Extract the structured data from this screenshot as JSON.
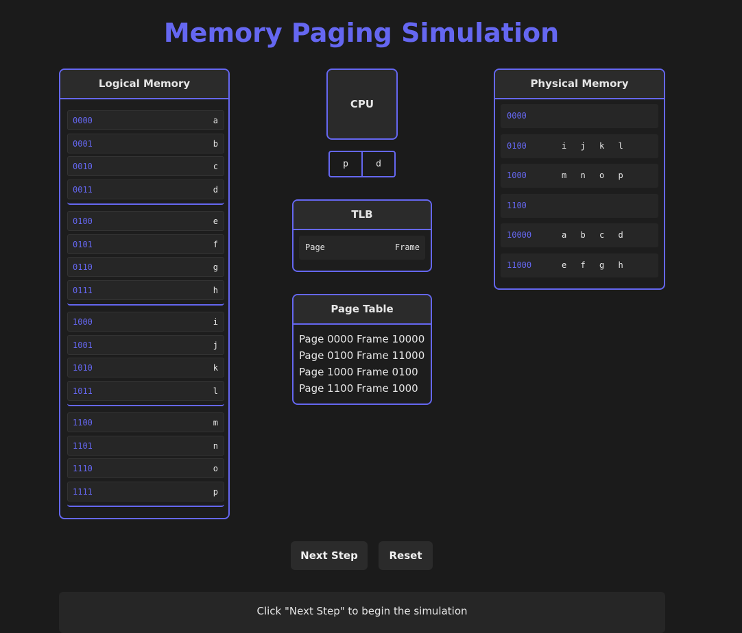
{
  "title": "Memory Paging Simulation",
  "logical_memory": {
    "header": "Logical Memory",
    "pages": [
      [
        {
          "addr": "0000",
          "val": "a"
        },
        {
          "addr": "0001",
          "val": "b"
        },
        {
          "addr": "0010",
          "val": "c"
        },
        {
          "addr": "0011",
          "val": "d"
        }
      ],
      [
        {
          "addr": "0100",
          "val": "e"
        },
        {
          "addr": "0101",
          "val": "f"
        },
        {
          "addr": "0110",
          "val": "g"
        },
        {
          "addr": "0111",
          "val": "h"
        }
      ],
      [
        {
          "addr": "1000",
          "val": "i"
        },
        {
          "addr": "1001",
          "val": "j"
        },
        {
          "addr": "1010",
          "val": "k"
        },
        {
          "addr": "1011",
          "val": "l"
        }
      ],
      [
        {
          "addr": "1100",
          "val": "m"
        },
        {
          "addr": "1101",
          "val": "n"
        },
        {
          "addr": "1110",
          "val": "o"
        },
        {
          "addr": "1111",
          "val": "p"
        }
      ]
    ]
  },
  "cpu": {
    "label": "CPU",
    "p_label": "p",
    "d_label": "d"
  },
  "tlb": {
    "header": "TLB",
    "col_page": "Page",
    "col_frame": "Frame"
  },
  "page_table": {
    "header": "Page Table",
    "entries": [
      "Page 0000 Frame 10000",
      "Page 0100 Frame 11000",
      "Page 1000 Frame 0100",
      "Page 1100 Frame 1000"
    ]
  },
  "physical_memory": {
    "header": "Physical Memory",
    "frames": [
      {
        "addr": "0000",
        "cells": []
      },
      {
        "addr": "0100",
        "cells": [
          "i",
          "j",
          "k",
          "l"
        ]
      },
      {
        "addr": "1000",
        "cells": [
          "m",
          "n",
          "o",
          "p"
        ]
      },
      {
        "addr": "1100",
        "cells": []
      },
      {
        "addr": "10000",
        "cells": [
          "a",
          "b",
          "c",
          "d"
        ]
      },
      {
        "addr": "11000",
        "cells": [
          "e",
          "f",
          "g",
          "h"
        ]
      }
    ]
  },
  "controls": {
    "next_label": "Next Step",
    "reset_label": "Reset"
  },
  "status_text": "Click \"Next Step\" to begin the simulation",
  "colors": {
    "accent": "#6567f1",
    "background": "#1b1b1b",
    "panel": "#2b2b2b"
  }
}
